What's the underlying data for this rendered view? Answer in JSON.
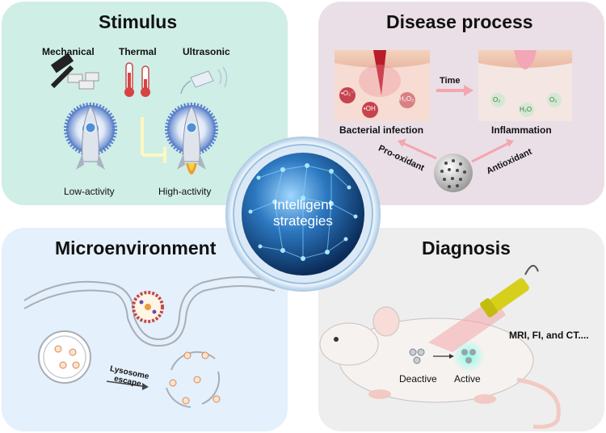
{
  "stimulus": {
    "title": "Stimulus",
    "mechanical": "Mechanical",
    "thermal": "Thermal",
    "ultrasonic": "Ultrasonic",
    "low_activity": "Low-activity",
    "high_activity": "High-activity"
  },
  "disease": {
    "title": "Disease process",
    "time": "Time",
    "bacterial_infection": "Bacterial infection",
    "inflammation": "Inflammation",
    "pro_oxidant": "Pro-oxidant",
    "antioxidant": "Antioxidant",
    "ros": [
      "•O₂⁻",
      "•OH",
      "H₂O₂"
    ],
    "products": [
      "O₂",
      "H₂O",
      "O₂"
    ]
  },
  "microenvironment": {
    "title": "Microenvironment",
    "lysosome_escape": "Lysosome escape"
  },
  "diagnosis": {
    "title": "Diagnosis",
    "modalities": "MRI, FI, and CT....",
    "deactive": "Deactive",
    "active": "Active"
  },
  "center": {
    "title": "Intelligent strategies"
  },
  "colors": {
    "stimulus_bg": "#cfeee6",
    "disease_bg": "#eadfe6",
    "micro_bg": "#e4f0fb",
    "diagnosis_bg": "#eeeeee",
    "center_glow": "#2f86c9"
  }
}
